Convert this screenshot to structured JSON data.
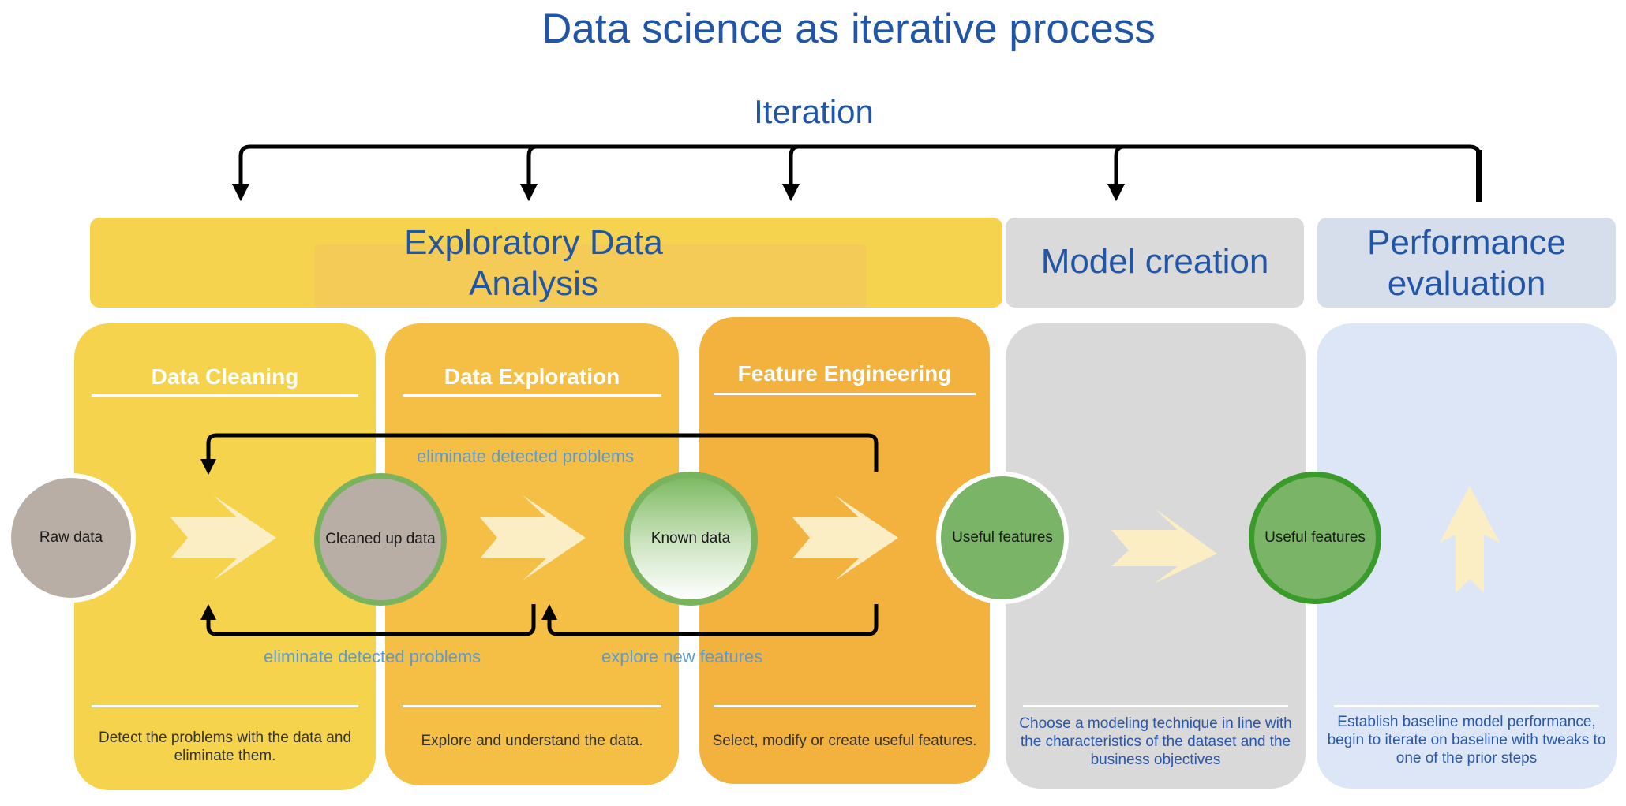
{
  "title": "Data science as iterative process",
  "iteration_label": "Iteration",
  "banners": {
    "eda": "Exploratory Data\nAnalysis",
    "model": "Model creation",
    "performance": "Performance\nevaluation"
  },
  "stages": {
    "cleaning": {
      "title": "Data Cleaning",
      "description": "Detect the problems with the data and eliminate them."
    },
    "exploration": {
      "title": "Data Exploration",
      "description": "Explore and understand the data."
    },
    "feature": {
      "title": "Feature Engineering",
      "description": "Select, modify or create useful features."
    },
    "model": {
      "description": "Choose a modeling technique in line with the characteristics of the dataset and the business objectives"
    },
    "performance": {
      "description": "Establish baseline model performance, begin to iterate on baseline with tweaks to one of the prior steps"
    }
  },
  "nodes": {
    "raw": "Raw data",
    "cleaned": "Cleaned up data",
    "known": "Known data",
    "useful_1": "Useful features",
    "useful_2": "Useful features"
  },
  "loop_labels": {
    "top": "eliminate detected problems",
    "bottom_left": "eliminate detected problems",
    "bottom_right": "explore new features"
  },
  "colors": {
    "title_blue": "#2155a6",
    "eda_yellow": "#f6d34f",
    "cleaning": "#f6d34d",
    "exploration": "#f5be44",
    "feature": "#f3b13e",
    "model_gray": "#d9d9d9",
    "performance_blue": "#dde6f7",
    "node_green": "#7ab466",
    "loop_label_blue": "#5b9bd5"
  }
}
